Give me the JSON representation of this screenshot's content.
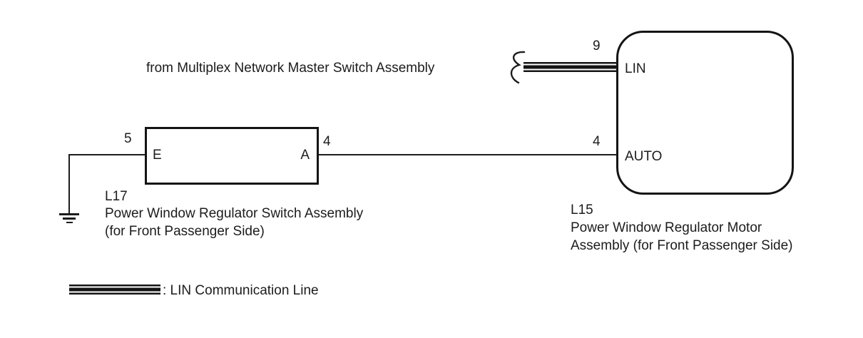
{
  "diagram": {
    "source_label": "from Multiplex Network Master Switch Assembly",
    "switch_assembly": {
      "code": "L17",
      "name_line1": "Power Window Regulator Switch Assembly",
      "name_line2": "(for Front Passenger Side)",
      "pin_e_number": "5",
      "pin_e_label": "E",
      "pin_a_number": "4",
      "pin_a_label": "A"
    },
    "motor_assembly": {
      "code": "L15",
      "name_line1": "Power Window Regulator Motor",
      "name_line2": "Assembly (for Front Passenger Side)",
      "pin_lin_number": "9",
      "pin_lin_label": "LIN",
      "pin_auto_number": "4",
      "pin_auto_label": "AUTO"
    },
    "legend": {
      "label": ": LIN Communication Line"
    },
    "colors": {
      "line": "#141414",
      "background": "#ffffff"
    }
  }
}
